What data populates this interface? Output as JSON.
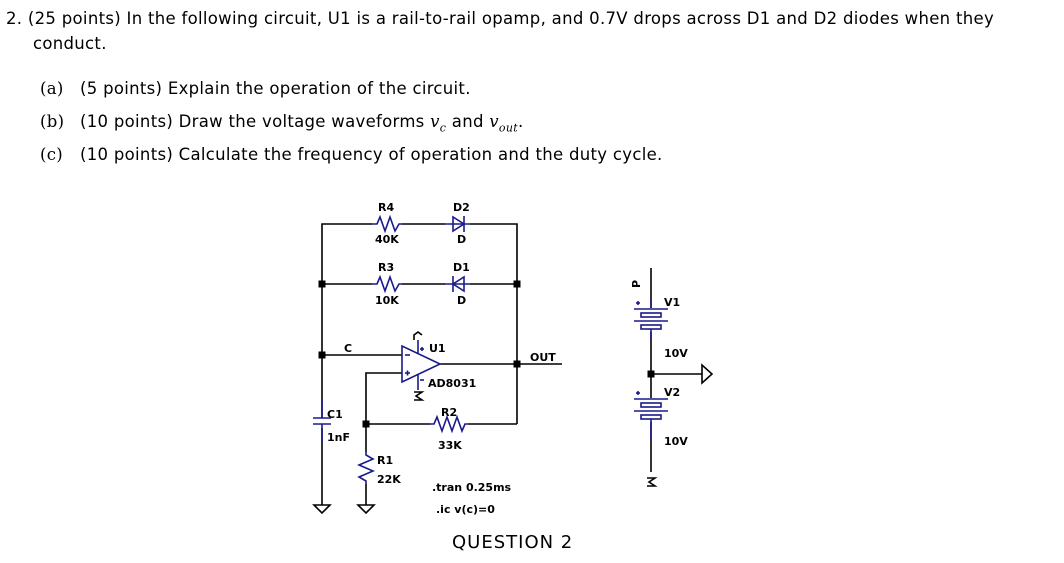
{
  "question": {
    "number": "2.",
    "line1": "(25 points) In the following circuit, U1 is a rail-to-rail opamp, and 0.7V drops across D1 and D2 diodes when they",
    "line2": "conduct.",
    "parts": [
      {
        "label": "(a)",
        "text": "(5 points) Explain the operation of the circuit."
      },
      {
        "label": "(b)",
        "text_before": "(10 points) Draw the voltage waveforms ",
        "var1": "v",
        "var1_sub": "c",
        "text_mid": " and ",
        "var2": "v",
        "var2_sub": "out",
        "text_after": "."
      },
      {
        "label": "(c)",
        "text": "(10 points) Calculate the frequency of operation and the duty cycle."
      }
    ],
    "caption": "QUESTION 2"
  },
  "schematic": {
    "colors": {
      "wire": "#000000",
      "component": "#1a1a8c",
      "junction": "#000000"
    },
    "components": {
      "R4": {
        "name": "R4",
        "value": "40K"
      },
      "D2": {
        "name": "D2",
        "model": "D"
      },
      "R3": {
        "name": "R3",
        "value": "10K"
      },
      "D1": {
        "name": "D1",
        "model": "D"
      },
      "U1": {
        "name": "U1",
        "model": "AD8031"
      },
      "R2": {
        "name": "R2",
        "value": "33K"
      },
      "C1": {
        "name": "C1",
        "value": "1nF"
      },
      "R1": {
        "name": "R1",
        "value": "22K"
      },
      "V1": {
        "name": "V1",
        "value": "10V"
      },
      "V2": {
        "name": "V2",
        "value": "10V"
      }
    },
    "nets": {
      "C": "C",
      "OUT": "OUT",
      "P": "P",
      "M": "M"
    },
    "directives": [
      ".tran 0.25ms",
      ".ic v(c)=0"
    ]
  }
}
